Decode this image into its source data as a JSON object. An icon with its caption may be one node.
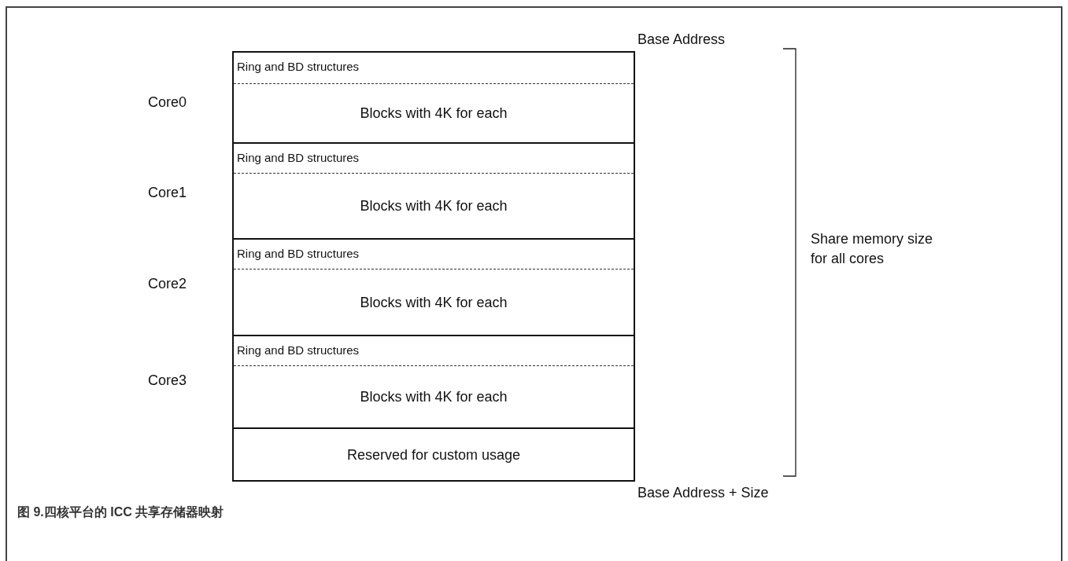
{
  "diagram": {
    "caption": "图 9.四核平台的 ICC 共享存储器映射",
    "nodes": [
      {
        "text": [
          "Ring and BD structures"
        ]
      },
      {
        "text": [
          "Blocks with 4K for each"
        ]
      },
      {
        "text": [
          "Ring and BD structures"
        ]
      },
      {
        "text": [
          "Blocks with 4K for each"
        ]
      },
      {
        "text": [
          "Ring and BD structures"
        ]
      },
      {
        "text": [
          "Blocks with 4K for each"
        ]
      },
      {
        "text": [
          "Ring and BD structures"
        ]
      },
      {
        "text": [
          "Blocks with 4K for each"
        ]
      },
      {
        "text": [
          "Reserved for custom usage"
        ]
      }
    ],
    "labels": [
      "Base Address",
      "Core0",
      "Core1",
      "Share memory size for all cores",
      "Core2",
      "Core3",
      "Base Address + Size"
    ]
  }
}
